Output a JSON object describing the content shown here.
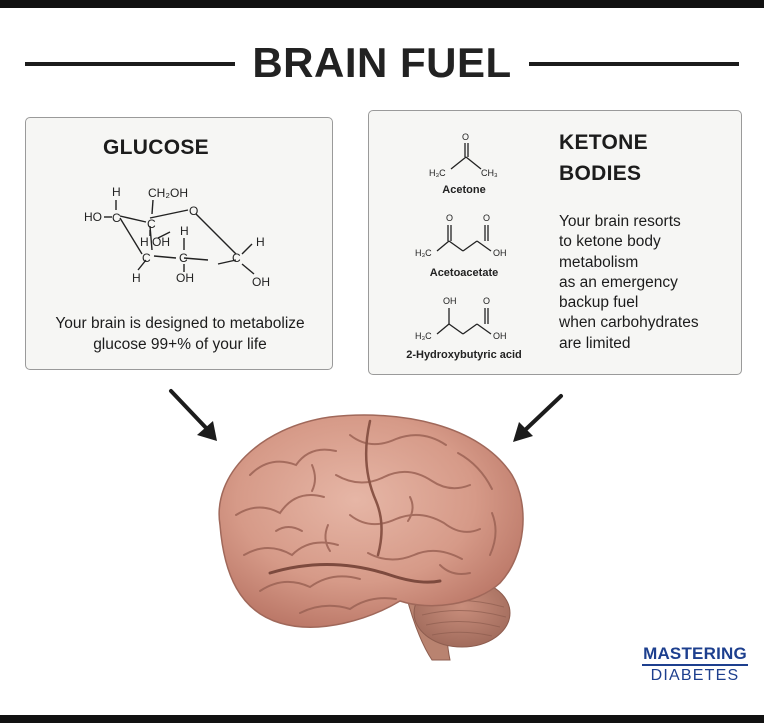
{
  "title": "BRAIN FUEL",
  "glucose": {
    "heading": "GLUCOSE",
    "description_line1": "Your brain is designed to metabolize",
    "description_line2": "glucose 99+% of your life",
    "structure_labels": {
      "h1": "H",
      "ch2oh": "CH₂OH",
      "ho": "HO",
      "c": "C",
      "o": "O",
      "h_oh": "H  OH",
      "h": "H",
      "oh": "OH"
    }
  },
  "ketone": {
    "heading_line1": "KETONE",
    "heading_line2": "BODIES",
    "description": [
      "Your brain resorts",
      "to ketone body",
      "metabolism",
      "as an emergency",
      "backup fuel",
      "when carbohydrates",
      "are limited"
    ],
    "molecules": [
      {
        "name": "Acetone",
        "labels": [
          "O",
          "H₃C",
          "CH₃"
        ]
      },
      {
        "name": "Acetoacetate",
        "labels": [
          "O",
          "O",
          "H₃C",
          "OH"
        ]
      },
      {
        "name": "2-Hydroxybutyric acid",
        "labels": [
          "OH",
          "O",
          "H₃C",
          "OH"
        ]
      }
    ]
  },
  "logo": {
    "line1": "MASTERING",
    "line2": "DIABETES",
    "color": "#1d3f8e"
  },
  "colors": {
    "heading": "#222222",
    "card_bg": "#f6f6f4",
    "card_border": "#9a9a9a",
    "brain": "#d9a08f",
    "arrow": "#1c1c1c"
  },
  "icons": [
    "down-right-arrow-icon",
    "down-left-arrow-icon",
    "brain-illustration"
  ]
}
